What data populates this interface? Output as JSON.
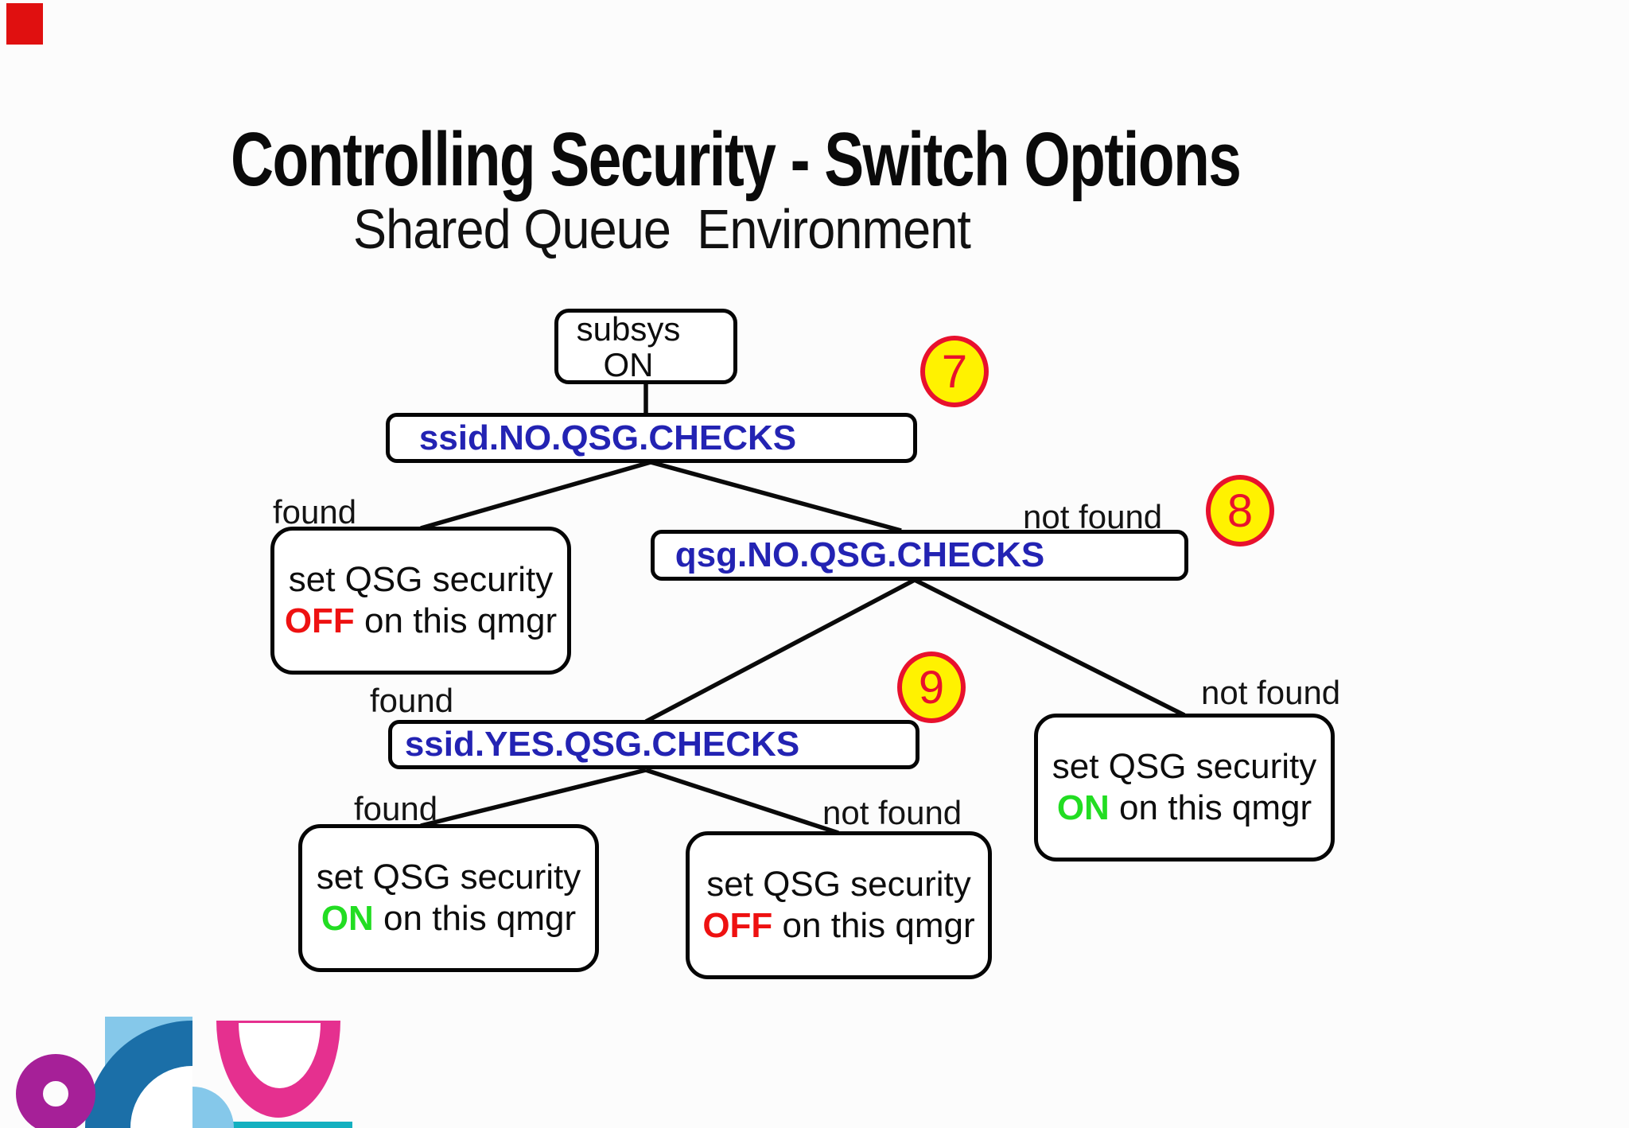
{
  "slide": {
    "title": "Controlling Security - Switch Options",
    "subtitle": "Shared Queue  Environment"
  },
  "tree": {
    "root": {
      "line1": "subsys",
      "line2": "ON"
    },
    "check_nodes": [
      {
        "label": "ssid.NO.QSG.CHECKS"
      },
      {
        "label": "qsg.NO.QSG.CHECKS"
      },
      {
        "label": "ssid.YES.QSG.CHECKS"
      }
    ],
    "edge_labels": {
      "found": "found",
      "not_found": "not found"
    },
    "outcomes": [
      {
        "line1": "set QSG security",
        "state": "OFF",
        "rest": " on this qmgr",
        "state_color": "#ee1111"
      },
      {
        "line1": "set QSG security",
        "state": "ON",
        "rest": " on this qmgr",
        "state_color": "#22dd22"
      },
      {
        "line1": "set QSG security",
        "state": "ON",
        "rest": " on this qmgr",
        "state_color": "#22dd22"
      },
      {
        "line1": "set QSG security",
        "state": "OFF",
        "rest": " on this qmgr",
        "state_color": "#ee1111"
      }
    ],
    "badges": [
      "7",
      "8",
      "9"
    ]
  },
  "colors": {
    "node_blue": "#2323b3",
    "line_black": "#0a0a0a",
    "badge_fill": "#fff200",
    "badge_border": "#e8112d",
    "badge_number": "#e8112d",
    "corner_red": "#e01010",
    "logo_magenta": "#a62098",
    "logo_light_blue": "#85c8ea",
    "logo_dark_blue": "#1b6fa8",
    "logo_pink": "#e5308f",
    "logo_teal": "#13b0c0"
  }
}
